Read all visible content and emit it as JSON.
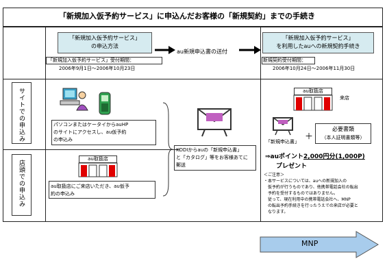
{
  "title": "「新規加入仮予約サービス」に申込んだお客様の「新規契約」までの手続き",
  "headers": {
    "apply_method": "「新規加入仮予約サービス」\nの申込方法",
    "send_form": "au新規申込書の送付",
    "contract": "「新規加入仮予約サービス」\nを利用したauへの新規契約手続き"
  },
  "periods": {
    "reserve_label": "「新規加入仮予約サービス」受付期間：",
    "reserve_dates": "2006年9月1日～2006年10月23日",
    "contract_label": "新規契約受付期間：",
    "contract_dates": "2006年10月24日～2006年11月30日"
  },
  "rows": {
    "site_label": "サイトでの申込み",
    "store_label": "店頭での申込み"
  },
  "site_desc": "パソコンまたはケータイからauHP\nのサイトにアクセスし、au仮予約\nの申込み",
  "store_name": "au取扱店",
  "store_desc": "au取扱店にご来店いただき、au仮予\n約の申込み",
  "mail_desc": "KDDIからauの「新規申込書」\nと「カタログ」等をお客様あてに\n郵送",
  "contract_block": {
    "store_name": "au取扱店",
    "visit": "来店",
    "form_label": "「新規申込書」",
    "plus": "＋",
    "docs_title": "必要書類",
    "docs_sub": "（本人証明書類等）",
    "points_prefix": "⇒auポイント",
    "points_value": "2,000円分(1,000P)",
    "present": "プレゼント"
  },
  "notes": "＜ご注意＞\n・本サービスについては、auへの新規加入の\n　仮予約が行うものであり、他携帯電話会社の転出\n　予約を受付するものではありません。\n　従って、現在利用中の携帯電話会社へ、MNP\n　の転出予約手続きを行ったうえでの来店が必要と\n　なります。",
  "mnp_label": "MNP"
}
